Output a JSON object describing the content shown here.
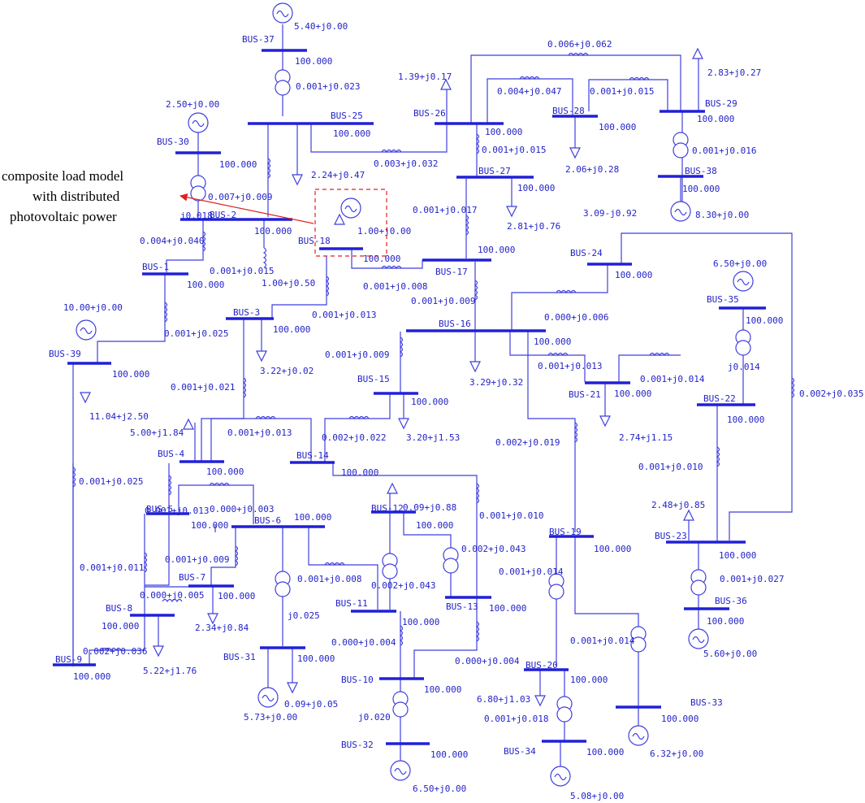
{
  "colors": {
    "line": "#3f3fe0",
    "bus": "#2020d8",
    "text": "#2323c8",
    "annotation": "#e02020",
    "note_text": "#000000"
  },
  "annotation": {
    "line1": "composite load model",
    "line2": "with distributed",
    "line3": "photovoltaic power"
  },
  "buses": [
    {
      "id": "BUS-1",
      "v": "100.000"
    },
    {
      "id": "BUS-2",
      "v": "100.000"
    },
    {
      "id": "BUS-3",
      "v": "100.000"
    },
    {
      "id": "BUS-4",
      "v": "100.000"
    },
    {
      "id": "BUS-5",
      "v": "100.000"
    },
    {
      "id": "BUS-6",
      "v": "100.000"
    },
    {
      "id": "BUS-7",
      "v": "100.000"
    },
    {
      "id": "BUS-8",
      "v": "100.000"
    },
    {
      "id": "BUS-9",
      "v": "100.000"
    },
    {
      "id": "BUS-10",
      "v": "100.000"
    },
    {
      "id": "BUS-11",
      "v": "100.000"
    },
    {
      "id": "BUS-12",
      "v": "100.000"
    },
    {
      "id": "BUS-13",
      "v": "100.000"
    },
    {
      "id": "BUS-14",
      "v": "100.000"
    },
    {
      "id": "BUS-15",
      "v": "100.000"
    },
    {
      "id": "BUS-16",
      "v": "100.000"
    },
    {
      "id": "BUS-17",
      "v": "100.000"
    },
    {
      "id": "BUS-18",
      "v": "100.000"
    },
    {
      "id": "BUS-19",
      "v": "100.000"
    },
    {
      "id": "BUS-20",
      "v": "100.000"
    },
    {
      "id": "BUS-21",
      "v": "100.000"
    },
    {
      "id": "BUS-22",
      "v": "100.000"
    },
    {
      "id": "BUS-23",
      "v": "100.000"
    },
    {
      "id": "BUS-24",
      "v": "100.000"
    },
    {
      "id": "BUS-25",
      "v": "100.000"
    },
    {
      "id": "BUS-26",
      "v": "100.000"
    },
    {
      "id": "BUS-27",
      "v": "100.000"
    },
    {
      "id": "BUS-28",
      "v": "100.000"
    },
    {
      "id": "BUS-29",
      "v": "100.000"
    },
    {
      "id": "BUS-30",
      "v": "100.000"
    },
    {
      "id": "BUS-31",
      "v": "100.000"
    },
    {
      "id": "BUS-32",
      "v": "100.000"
    },
    {
      "id": "BUS-33",
      "v": "100.000"
    },
    {
      "id": "BUS-34",
      "v": "100.000"
    },
    {
      "id": "BUS-35",
      "v": "100.000"
    },
    {
      "id": "BUS-36",
      "v": "100.000"
    },
    {
      "id": "BUS-37",
      "v": "100.000"
    },
    {
      "id": "BUS-38",
      "v": "100.000"
    },
    {
      "id": "BUS-39",
      "v": "100.000"
    }
  ],
  "generators": [
    {
      "bus": "BUS-37",
      "p": "5.40+j0.00"
    },
    {
      "bus": "BUS-30",
      "p": "2.50+j0.00"
    },
    {
      "bus": "BUS-38",
      "p": "8.30+j0.00"
    },
    {
      "bus": "BUS-18",
      "p": "1.00+j0.00"
    },
    {
      "bus": "BUS-35",
      "p": "6.50+j0.00"
    },
    {
      "bus": "BUS-39",
      "p": "10.00+j0.00"
    },
    {
      "bus": "BUS-36",
      "p": "5.60+j0.00"
    },
    {
      "bus": "BUS-31",
      "p": "5.73+j0.00"
    },
    {
      "bus": "BUS-33",
      "p": "6.32+j0.00"
    },
    {
      "bus": "BUS-32",
      "p": "6.50+j0.00"
    },
    {
      "bus": "BUS-34",
      "p": "5.08+j0.00"
    }
  ],
  "loads": [
    {
      "bus": "BUS-26",
      "p": "1.39+j0.17"
    },
    {
      "bus": "BUS-29",
      "p": "2.83+j0.27"
    },
    {
      "bus": "BUS-25",
      "p": "2.24+j0.47"
    },
    {
      "bus": "BUS-28",
      "p": "2.06+j0.28"
    },
    {
      "bus": "BUS-27",
      "p": "2.81+j0.76"
    },
    {
      "bus": "BUS-24",
      "p": "3.09-j0.92"
    },
    {
      "bus": "BUS-3",
      "p": "3.22+j0.02"
    },
    {
      "bus": "BUS-16",
      "p": "3.29+j0.32"
    },
    {
      "bus": "BUS-39",
      "p": "11.04+j2.50"
    },
    {
      "bus": "BUS-15",
      "p": "3.20+j1.53"
    },
    {
      "bus": "BUS-4",
      "p": "5.00+j1.84"
    },
    {
      "bus": "BUS-21",
      "p": "2.74+j1.15"
    },
    {
      "bus": "BUS-12",
      "p": "0.09+j0.88"
    },
    {
      "bus": "BUS-23",
      "p": "2.48+j0.85"
    },
    {
      "bus": "BUS-7",
      "p": "2.34+j0.84"
    },
    {
      "bus": "BUS-8",
      "p": "5.22+j1.76"
    },
    {
      "bus": "BUS-31",
      "p": "0.09+j0.05"
    },
    {
      "bus": "BUS-20",
      "p": "6.80+j1.03"
    },
    {
      "bus": "BUS-18",
      "p": "1.00+j0.50"
    }
  ],
  "impedances": [
    "0.006+j0.062",
    "0.004+j0.047",
    "0.001+j0.015",
    "0.001+j0.023",
    "0.001+j0.016",
    "0.003+j0.032",
    "0.001+j0.015",
    "0.007+j0.009",
    "j0.018",
    "0.001+j0.017",
    "0.004+j0.040",
    "0.001+j0.015",
    "0.001+j0.008",
    "0.001+j0.009",
    "0.001+j0.013",
    "0.000+j0.006",
    "0.001+j0.025",
    "0.001+j0.009",
    "0.001+j0.013",
    "j0.014",
    "0.001+j0.014",
    "0.002+j0.035",
    "0.001+j0.021",
    "0.001+j0.013",
    "0.002+j0.022",
    "0.002+j0.019",
    "0.001+j0.010",
    "0.001+j0.025",
    "0.000+j0.003",
    "0.001+j0.010",
    "0.001+j0.009",
    "0.002+j0.043",
    "0.001+j0.008",
    "0.002+j0.043",
    "0.001+j0.014",
    "0.001+j0.027",
    "0.001+j0.011",
    "0.000+j0.005",
    "j0.025",
    "0.002+j0.036",
    "0.000+j0.004",
    "0.000+j0.004",
    "0.001+j0.014",
    "j0.020",
    "0.001+j0.018",
    "0.001+j0.013"
  ]
}
